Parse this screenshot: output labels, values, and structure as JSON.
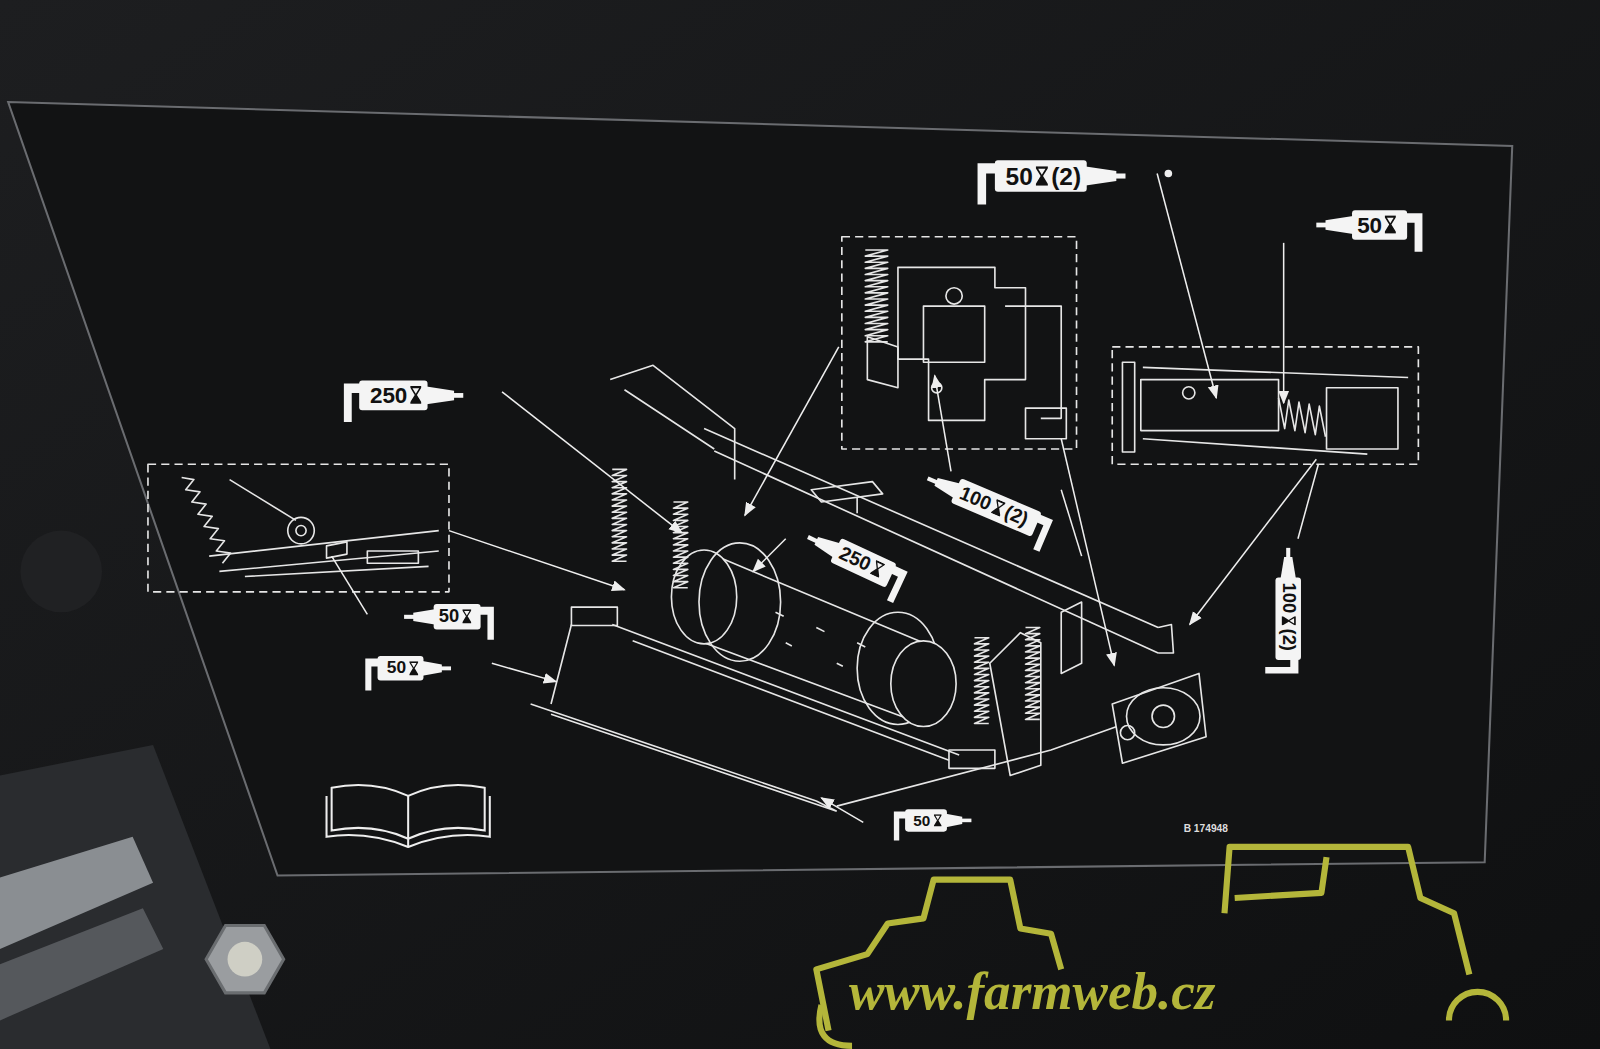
{
  "diagram": {
    "nodes": [
      {
        "text": [
          "50",
          "(2)"
        ]
      },
      {
        "text": [
          "50"
        ]
      },
      {
        "text": [
          "250"
        ]
      },
      {
        "text": [
          "100",
          "(2)"
        ]
      },
      {
        "text": [
          "250"
        ]
      },
      {
        "text": [
          "100",
          "(2)"
        ]
      },
      {
        "text": [
          "50"
        ]
      },
      {
        "text": [
          "50"
        ]
      },
      {
        "text": [
          "50"
        ]
      }
    ],
    "labels": [
      "B 174948",
      "www.farmweb.cz"
    ]
  }
}
